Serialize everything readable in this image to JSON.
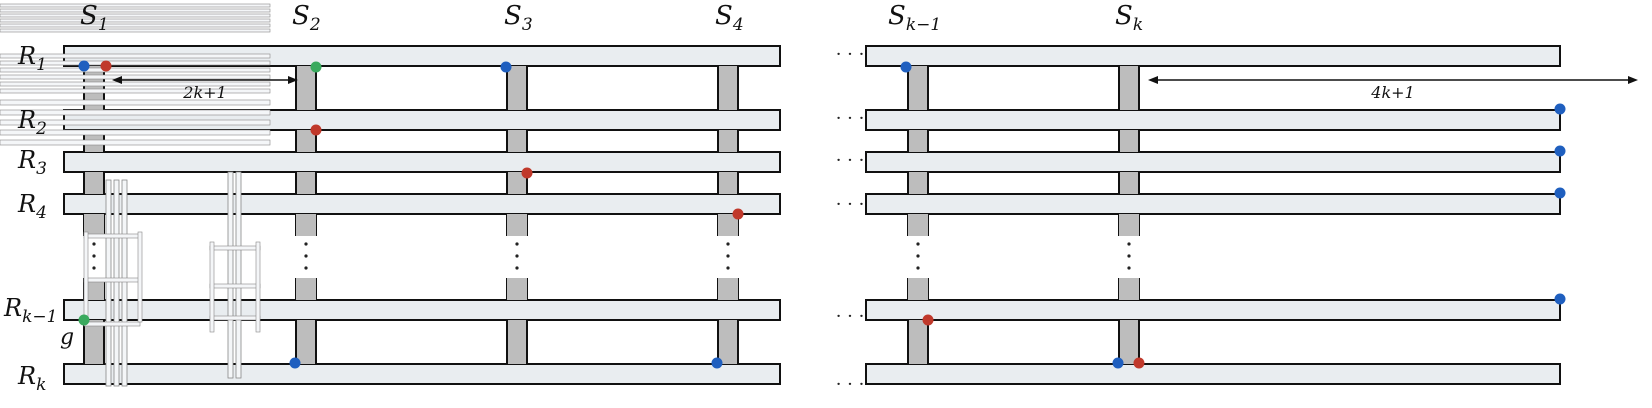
{
  "columns": [
    {
      "main": "S",
      "sub": "1"
    },
    {
      "main": "S",
      "sub": "2"
    },
    {
      "main": "S",
      "sub": "3"
    },
    {
      "main": "S",
      "sub": "4"
    },
    {
      "main": "S",
      "sub": "k−1"
    },
    {
      "main": "S",
      "sub": "k"
    }
  ],
  "rows": [
    {
      "main": "R",
      "sub": "1"
    },
    {
      "main": "R",
      "sub": "2"
    },
    {
      "main": "R",
      "sub": "3"
    },
    {
      "main": "R",
      "sub": "4"
    },
    {
      "main": "R",
      "sub": "k−1"
    },
    {
      "main": "R",
      "sub": "k"
    }
  ],
  "gadget_label": "g",
  "left_measure": "2k+1",
  "right_measure": "4k+1",
  "horizontal_ellipsis": "· · ·",
  "colors": {
    "band_fill": "#e9edf0",
    "band_stroke": "#111111",
    "connector_fill": "#bdbdbd",
    "blue": "#1f5fbf",
    "red": "#c0392b",
    "green": "#3aaa5e"
  }
}
